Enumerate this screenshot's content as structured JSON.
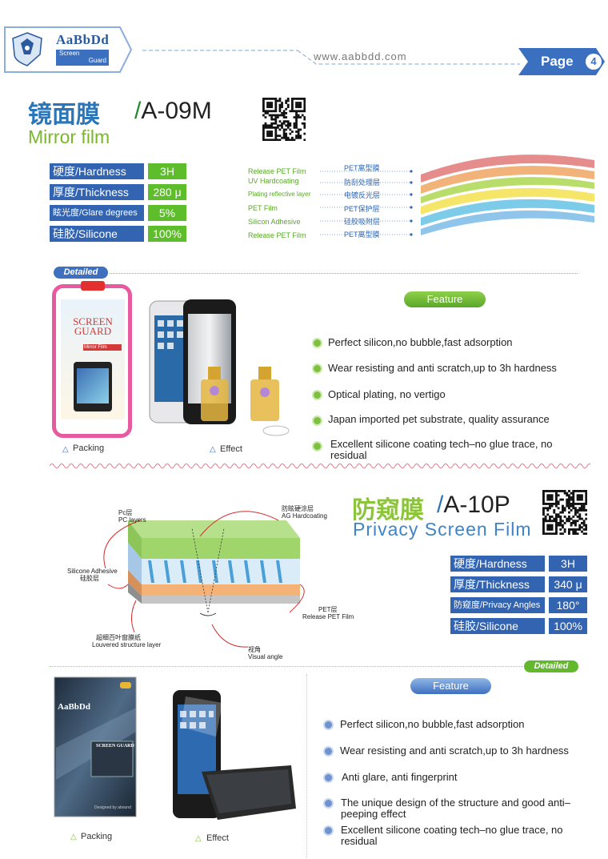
{
  "header": {
    "brand": "AaBbDd",
    "brand_sub_1": "Screen",
    "brand_sub_2": "Guard",
    "url": "www.aabbdd.com",
    "page_label": "Page",
    "page_number": "4"
  },
  "product1": {
    "cn_name": "镜面膜",
    "slash": "/",
    "model": "A-09M",
    "en_name": "Mirror film",
    "specs": [
      {
        "label": "硬度/Hardness",
        "value": "3H"
      },
      {
        "label": "厚度/Thickness",
        "value": "280 μ"
      },
      {
        "label": "眩光度/Glare degrees",
        "value": "5%"
      },
      {
        "label": "硅胶/Silicone",
        "value": "100%"
      }
    ],
    "layers": [
      {
        "en": "Release PET Film",
        "cn": "PET离型膜"
      },
      {
        "en": "UV Hardcoating",
        "cn": "防刮处理层"
      },
      {
        "en": "Plating reflective layer",
        "cn": "电镀反光层"
      },
      {
        "en": "PET   Film",
        "cn": "PET保护层"
      },
      {
        "en": "Silicon Adhesive",
        "cn": "硅胶吸附层"
      },
      {
        "en": "Release PET Film",
        "cn": "PET离型膜"
      }
    ],
    "detailed_label": "Detailed",
    "feature_label": "Feature",
    "packing_box": {
      "line1": "SCREEN",
      "line2": "GUARD",
      "tag": "Mirror Film"
    },
    "features": [
      "Perfect silicon,no bubble,fast adsorption",
      "Wear resisting and anti scratch,up to 3h hardness",
      "Optical plating, no vertigo",
      "Japan imported pet substrate, quality assurance",
      "Excellent silicone coating tech–no glue trace, no residual"
    ],
    "packing_caption": "Packing",
    "effect_caption": "Effect",
    "colors": {
      "title_blue": "#2b76b9",
      "accent_green": "#5dbd2b",
      "spec_blue": "#3264b2"
    }
  },
  "product2": {
    "cn_name": "防窥膜",
    "slash": "/",
    "model": "A-10P",
    "en_name": "Privacy Screen Film",
    "specs": [
      {
        "label": "硬度/Hardness",
        "value": "3H"
      },
      {
        "label": "厚度/Thickness",
        "value": "340 μ"
      },
      {
        "label": "防窥度/Privacy Angles",
        "value": "180°"
      },
      {
        "label": "硅胶/Silicone",
        "value": "100%"
      }
    ],
    "diagram": {
      "pc_layer": "Pc层\nPC layers",
      "ag_layer": "防眩硬涂层\nAG Hardcoating",
      "silicone": "Silicone Adhesive\n硅胶层",
      "release": "PET层\nRelease PET Film",
      "louvered": "超细百叶窗膜纸\nLouvered structure layer",
      "visual": "视角\nVisual angle"
    },
    "detailed_label": "Detailed",
    "feature_label": "Feature",
    "package": {
      "brand": "AaBbDd",
      "name": "SCREEN GUARD",
      "footer": "Designed by abound"
    },
    "features": [
      "Perfect silicon,no bubble,fast adsorption",
      "Wear resisting and anti scratch,up to 3h hardness",
      "Anti glare, anti fingerprint",
      "The unique design of the structure and good anti–peeping effect",
      "Excellent silicone coating tech–no glue trace, no residual"
    ],
    "packing_caption": "Packing",
    "effect_caption": "Effect"
  }
}
